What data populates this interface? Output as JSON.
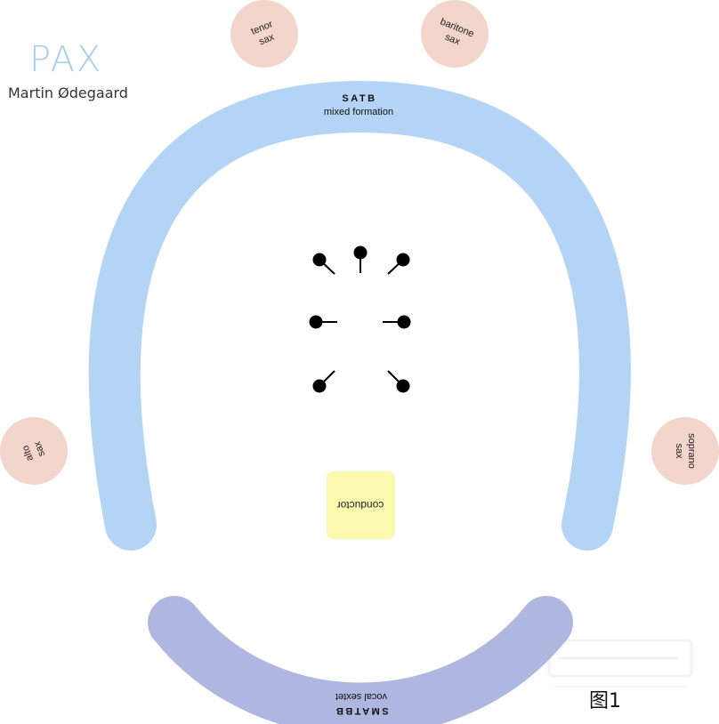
{
  "header": {
    "title": "PAX",
    "composer": "Martin Ødegaard"
  },
  "satb": {
    "name": "SATB",
    "subtitle": "mixed formation"
  },
  "sextet": {
    "name": "SMATBB",
    "subtitle": "vocal sextet"
  },
  "conductor": {
    "label": "conductor"
  },
  "saxophones": {
    "tenor": [
      "tenor",
      "sax"
    ],
    "baritone": [
      "baritone",
      "sax"
    ],
    "alto": [
      "alto",
      "sax"
    ],
    "soprano": [
      "soprano",
      "sax"
    ]
  },
  "figure_label": "图1",
  "colors": {
    "satb_arc": "#b3d4f5",
    "sextet_arc": "#afb6df",
    "sax_circle": "#f2d5cb",
    "conductor_box": "#fbf8b0",
    "title": "#a9cdee",
    "singer": "#000000"
  }
}
